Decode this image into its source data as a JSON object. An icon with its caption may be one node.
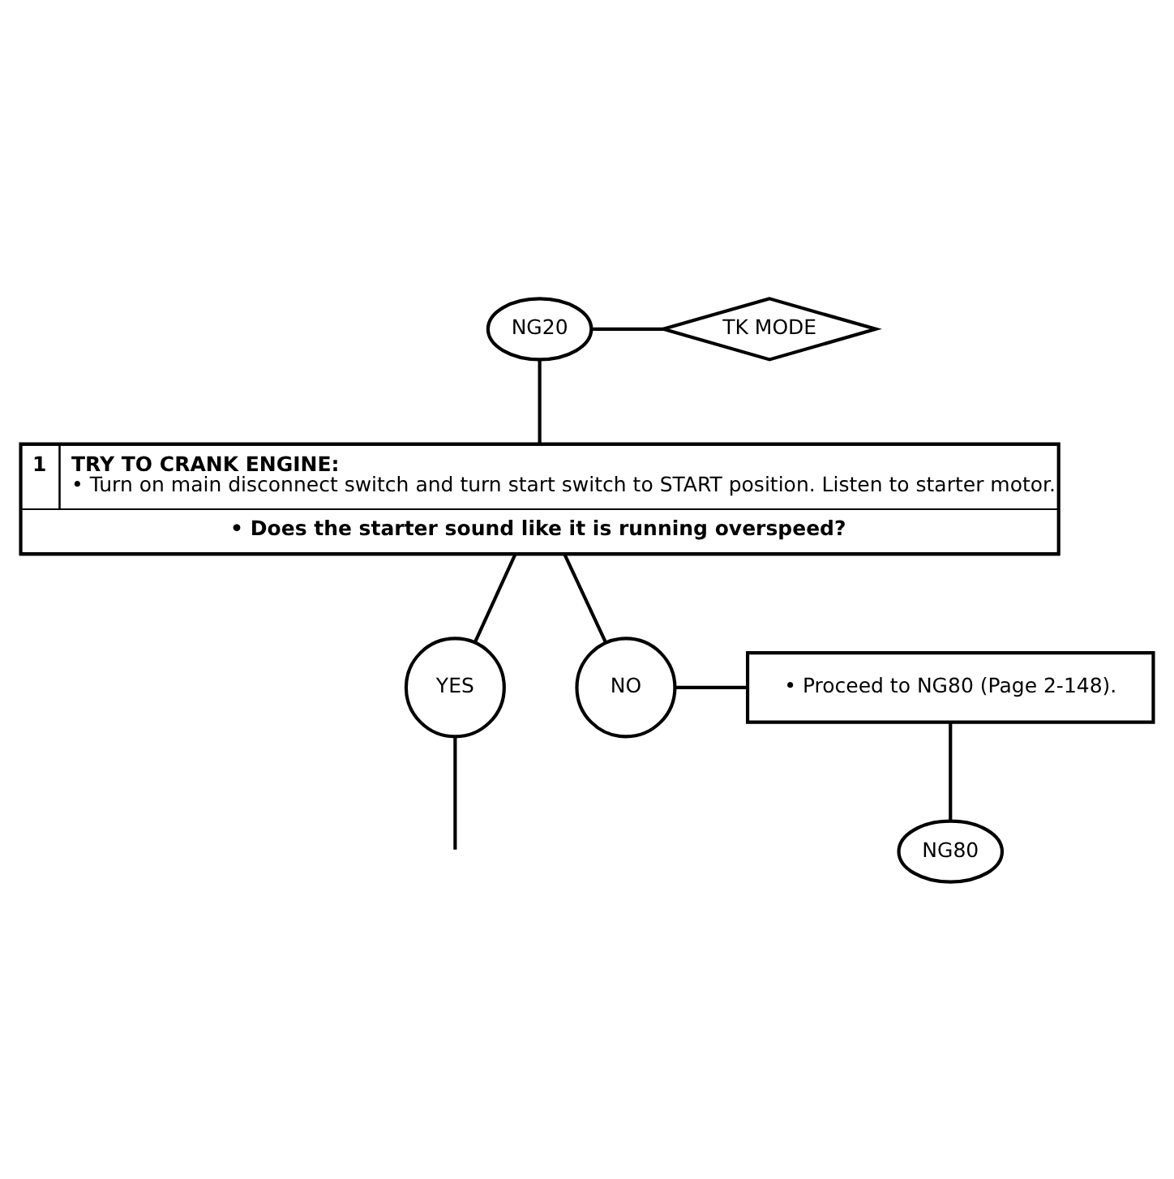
{
  "diagram": {
    "nodes": [
      {
        "text": [
          "NG20"
        ]
      },
      {
        "text": [
          "TK MODE"
        ]
      },
      {
        "text": [
          "1",
          "TRY TO CRANK ENGINE:",
          "• Turn on main disconnect switch and turn start switch to START position. Listen to starter motor.",
          "• Does the starter sound like it is running overspeed?"
        ]
      },
      {
        "text": [
          "YES"
        ]
      },
      {
        "text": [
          "NO"
        ]
      },
      {
        "text": [
          "• Proceed to NG80 (Page 2-148)."
        ]
      },
      {
        "text": [
          "NG80"
        ]
      }
    ],
    "edges": [
      {
        "from": 0,
        "to": 1,
        "arrow": "none"
      },
      {
        "from": 0,
        "to": 2,
        "arrow": "none"
      },
      {
        "from": 2,
        "to": 3,
        "arrow": "none"
      },
      {
        "from": 2,
        "to": 4,
        "arrow": "none"
      },
      {
        "from": 4,
        "to": 5,
        "arrow": "none"
      },
      {
        "from": 5,
        "to": 6,
        "arrow": "none"
      },
      {
        "from": 3,
        "to": null,
        "arrow": "none"
      }
    ]
  }
}
